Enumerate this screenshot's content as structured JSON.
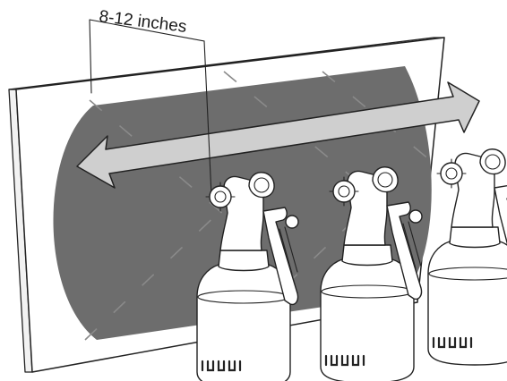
{
  "diagram": {
    "distance_label": "8-12 inches",
    "colors": {
      "spray_pattern": "#6d6d6d",
      "arrow_fill": "#cfcfcf",
      "outline": "#222222",
      "board_face": "#ffffff",
      "board_edge": "#f2f2f2"
    },
    "components": {
      "board": "board-panel",
      "spray": "spray-pattern",
      "arrow": "double-headed-arrow",
      "guns": [
        "spray-gun-1",
        "spray-gun-2",
        "spray-gun-3"
      ]
    }
  }
}
